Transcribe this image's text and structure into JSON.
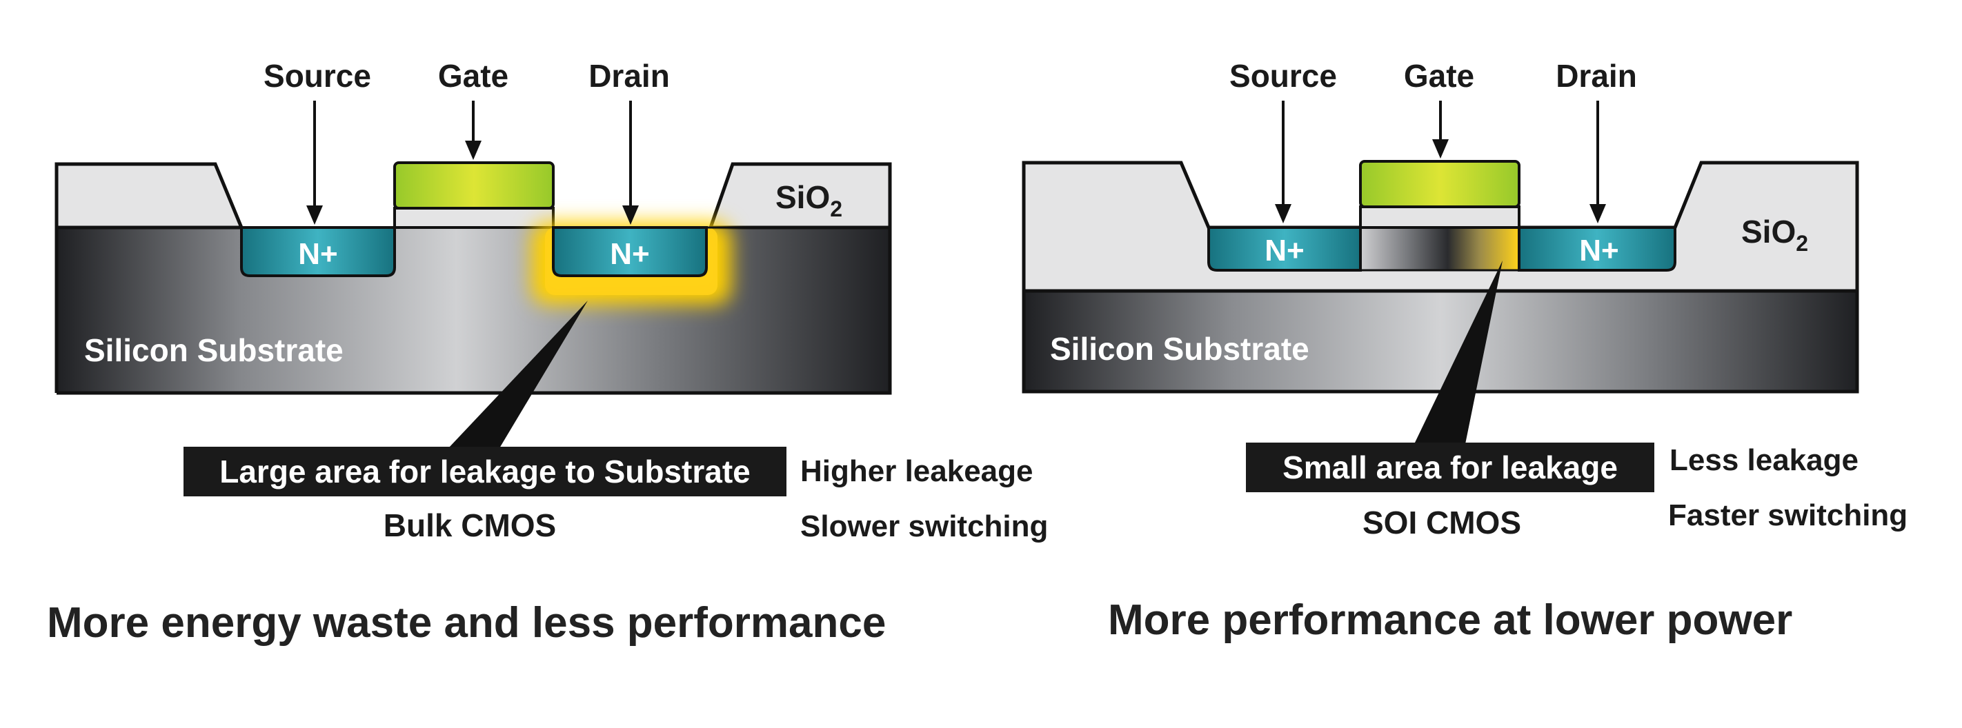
{
  "colors": {
    "oxide": "#e4e4e5",
    "substrate_dark": "#222326",
    "substrate_light": "#cfd0d2",
    "n_plus": "#1e8fa0",
    "gate_green": "#a6d22b",
    "gate_yellow": "#d8e432",
    "leakage_glow": "#ffd200",
    "callout_bg": "#1a1a1a",
    "outline": "#111111"
  },
  "bulk": {
    "source_label": "Source",
    "gate_label": "Gate",
    "drain_label": "Drain",
    "source_region": "N+",
    "drain_region": "N+",
    "oxide_label": "SiO",
    "oxide_sub": "2",
    "substrate_label": "Silicon Substrate",
    "callout": "Large area for leakage to Substrate",
    "title": "Bulk CMOS",
    "note1": "Higher leakeage",
    "note2": "Slower switching",
    "caption": "More energy waste and less performance"
  },
  "soi": {
    "source_label": "Source",
    "gate_label": "Gate",
    "drain_label": "Drain",
    "source_region": "N+",
    "drain_region": "N+",
    "oxide_label": "SiO",
    "oxide_sub": "2",
    "substrate_label": "Silicon Substrate",
    "callout": "Small area for leakage",
    "title": "SOI CMOS",
    "note1": "Less leakage",
    "note2": "Faster switching",
    "caption": "More performance at lower power"
  }
}
